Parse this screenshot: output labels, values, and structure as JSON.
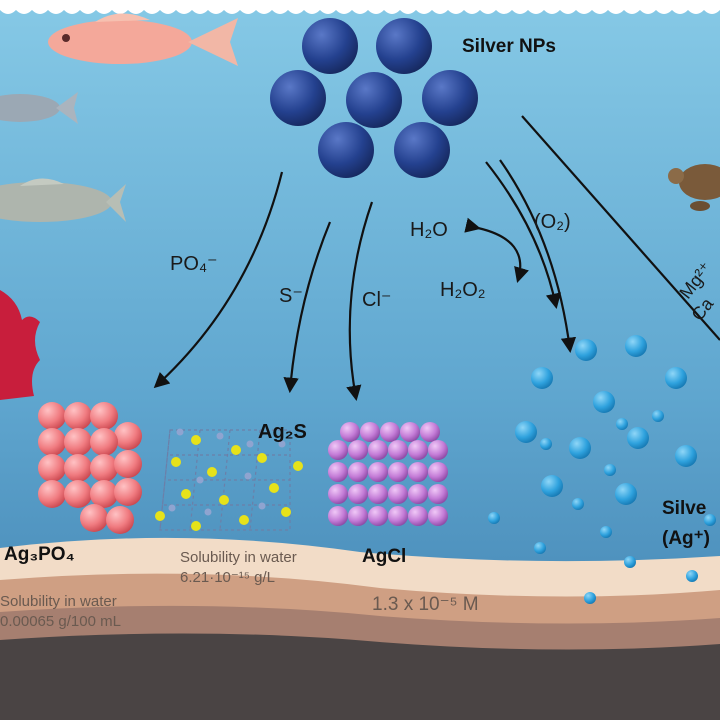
{
  "labels": {
    "silver_nps": "Silver NPs",
    "po4": "PO₄⁻",
    "s": "S⁻",
    "cl": "Cl⁻",
    "h2o": "H₂O",
    "h2o2": "H₂O₂",
    "o2": "(O₂)",
    "mg": "Mg²⁺",
    "ca": "Ca",
    "ag2s": "Ag₂S",
    "ag3po4": "Ag₃PO₄",
    "agcl": "AgCl",
    "silver_ion_line1": "Silve",
    "silver_ion_line2": "(Ag⁺)",
    "sol_ag2s_label": "Solubility in water",
    "sol_ag2s_value": "6.21·10⁻¹⁵ g/L",
    "sol_agcl_value": "1.3 x 10⁻⁵ M",
    "sol_ag3po4_label": "Solubility in water",
    "sol_ag3po4_value": "0.00065 g/100 mL"
  },
  "colors": {
    "water_top": "#7fc3e3",
    "water_bottom": "#3f7fae",
    "nanoparticle": "#233f8f",
    "ag3po4": "#f07b80",
    "agcl": "#c37bd6",
    "ion": "#2fa2de",
    "sediment": "#e6c5a6",
    "soil": "#c7957b",
    "bedrock": "#4a4444"
  }
}
